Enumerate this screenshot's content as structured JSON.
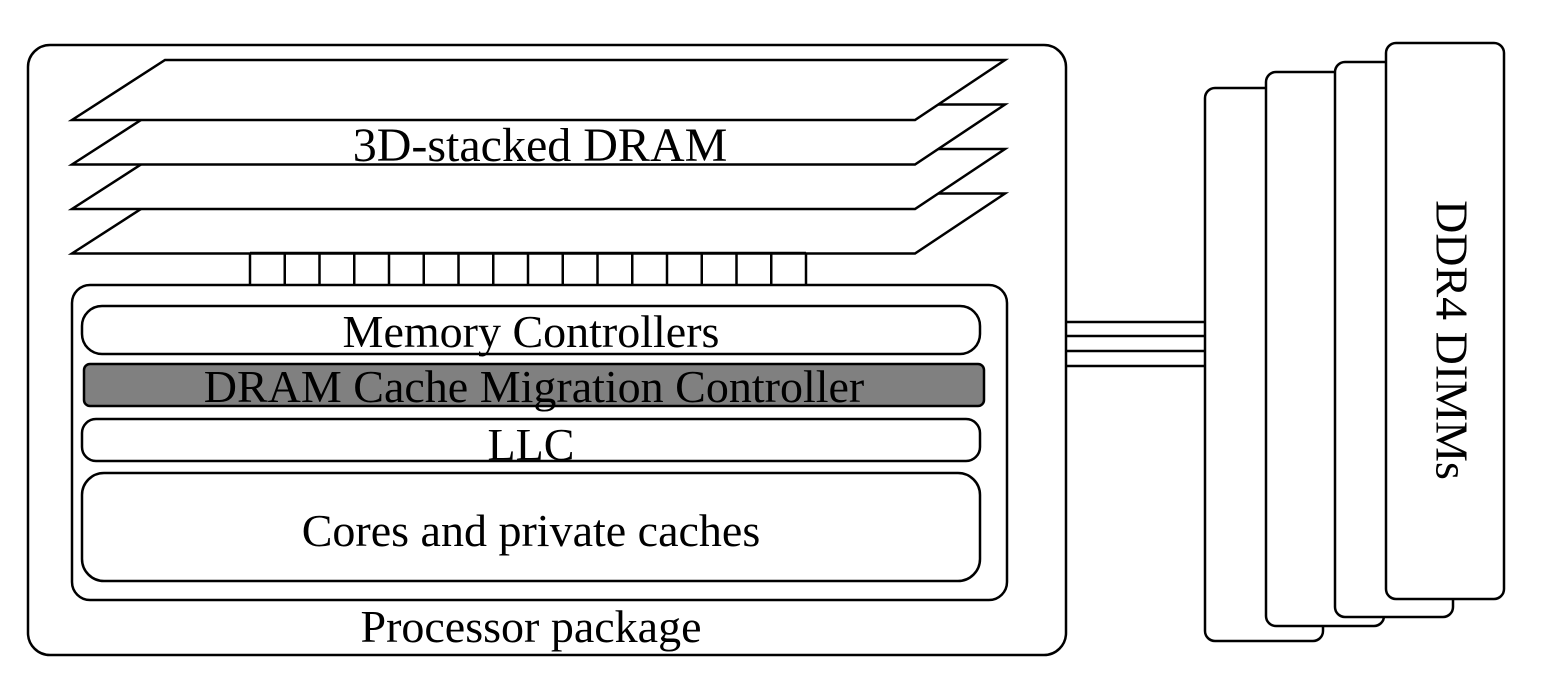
{
  "colors": {
    "stroke": "#000000",
    "background": "#ffffff",
    "migration_controller_fill": "#808080"
  },
  "dram_stack": {
    "label": "3D-stacked DRAM",
    "layer_count": 4
  },
  "tsv_count": 16,
  "processor": {
    "package_label": "Processor package",
    "blocks": {
      "memory_controllers": "Memory Controllers",
      "migration_controller": "DRAM Cache Migration Controller",
      "llc": "LLC",
      "cores": "Cores and private caches"
    }
  },
  "dimms": {
    "label": "DDR4 DIMMs",
    "module_count": 4
  },
  "bus_line_count": 4
}
